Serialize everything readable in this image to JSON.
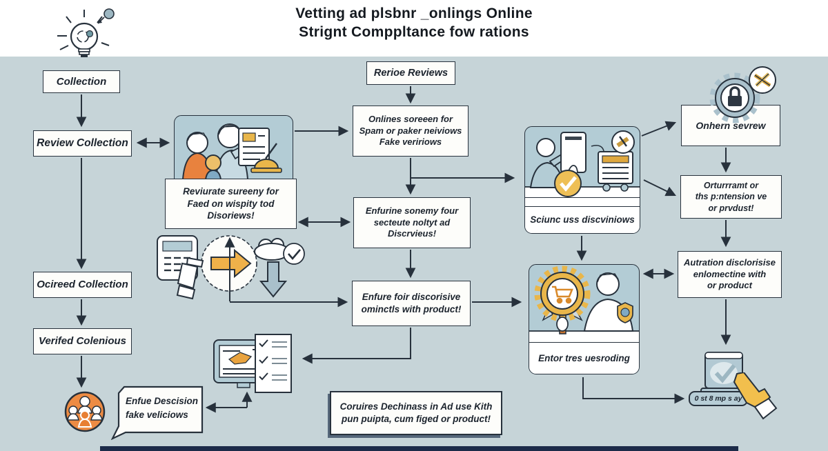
{
  "colors": {
    "background": "#c6d4d8",
    "top_band": "#ffffff",
    "panel_fill": "#b3ccd5",
    "box_fill": "#fdfdfa",
    "line": "#27313c",
    "orange": "#e8823e",
    "yellow": "#e9b64a",
    "blue_gray": "#9db7c2",
    "navy_bar": "#1c2b49"
  },
  "title": {
    "line1": "Vetting ad plsbnr _onlings Online",
    "line2": "Strignt Comppltance fow rations"
  },
  "boxes": {
    "collection": "Collection",
    "review_collection": "Review Collection",
    "ocireed_collection": "Ocireed Collection",
    "verified_colenious": "Verifed Colenious",
    "rerioe_reviews": "Rerioe Reviews",
    "onlines_screen": "Onlines soreeen for\nSpam or paker neiviows\nFake veririows",
    "reviurate": "Reviurate sureeny for\nFaed on wispity tod\nDisoriews!",
    "enfurine": "Enfurine sonemy four\nsecteute noltyt ad\nDiscrvieus!",
    "enfure_four": "Enfure foir discorisive\nominctls with product!",
    "coruires": "Coruires Dechinass in Ad use Kith\npun puipta, cum figed or product!",
    "onhern_sevrew": "Onhern sevrew",
    "orturrramt": "Orturrramt or\nths p:ntension ve\nor prvdust!",
    "autration": "Autration disclorisise\nenlomectine with\nor product",
    "decision_bubble": "Enfue Descision\nfake veliciows",
    "sciunc_caption": "Sciunc uss discviniows",
    "entor_caption": "Entor tres uesroding",
    "stamp_button": "0 st 8 mp s ay"
  },
  "icons": {
    "lightbulb": "idea-lightbulb",
    "people_group": "community-circle",
    "calculator": "calculator",
    "pointing_hand": "pointing-hand",
    "burst_arrow": "burst-with-right-arrow",
    "cloud_download": "cloud-with-down-arrow",
    "check_circle": "check-circle",
    "family_review": "people-reviewing-document",
    "review_desk": "person-submitting-review-with-gavel",
    "cart_badge": "inspection-badge-with-cart-and-shield",
    "gear_lock": "gear-with-lock-and-tools",
    "document_checklist": "screen-with-checklist",
    "laptop_check": "approved-screen-with-cursor"
  }
}
